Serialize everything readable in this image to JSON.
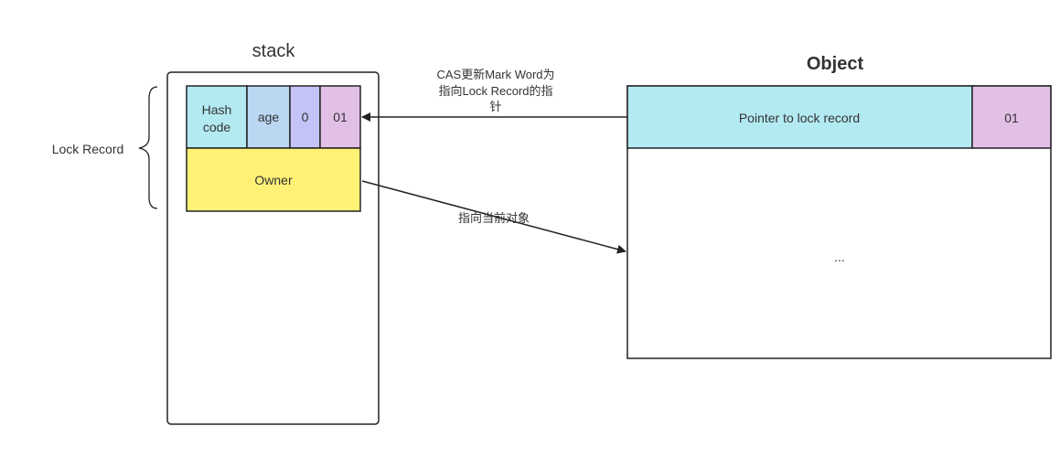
{
  "stack": {
    "title": "stack",
    "lock_record_label": "Lock Record",
    "cells": {
      "hash_line1": "Hash",
      "hash_line2": "code",
      "age": "age",
      "bit": "0",
      "lock_bits": "01",
      "owner": "Owner"
    }
  },
  "object": {
    "title": "Object",
    "pointer_label": "Pointer to lock record",
    "lock_bits": "01",
    "body_ellipsis": "..."
  },
  "arrows": {
    "cas_line1": "CAS更新Mark Word为",
    "cas_line2": "指向Lock Record的指",
    "cas_line3": "针",
    "owner_label": "指向当前对象"
  },
  "colors": {
    "cyan": "#b3eaf2",
    "light_blue": "#bcd7f2",
    "purple": "#c3c3f7",
    "pink": "#e2c0e6",
    "yellow": "#fff176",
    "stroke": "#222222"
  }
}
